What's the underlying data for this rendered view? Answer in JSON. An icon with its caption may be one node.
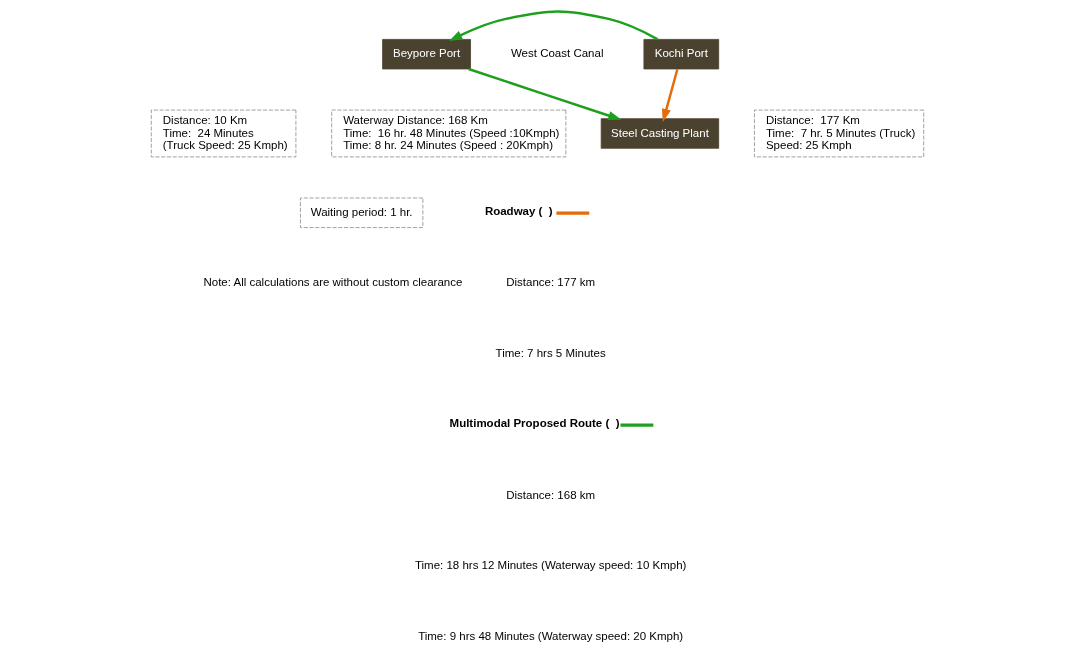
{
  "diagram": {
    "nodes": [
      {
        "text": [
          "Steel Casting Plant"
        ]
      },
      {
        "text": [
          "Beypore Port"
        ]
      },
      {
        "text": [
          "Kochi Port"
        ]
      },
      {
        "text": [
          "Distance: 10 Km",
          "Time:  24 Minutes",
          "(Truck Speed: 25 Kmph)"
        ]
      },
      {
        "text": [
          "Distance:  177 Km",
          "Time:  7 hr. 5 Minutes (Truck)",
          "Speed: 25 Kmph"
        ]
      },
      {
        "text": [
          "Waterway Distance: 168 Km",
          "Time:  16 hr. 48 Minutes (Speed :10Kmph)",
          "Time: 8 hr. 24 Minutes (Speed : 20Kmph)"
        ]
      },
      {
        "text": [
          "Waiting period: 1 hr."
        ]
      }
    ],
    "edges": [
      {
        "from": 1,
        "to": 0,
        "arrow": "to"
      },
      {
        "from": 2,
        "to": 0,
        "arrow": "to",
        "color": "#e46c0a"
      },
      {
        "from": 2,
        "to": 1,
        "arrow": "to"
      }
    ],
    "labels": [
      "West Coast Canal",
      "Distance: 177 km",
      "Time: 7 hrs 5 Minutes",
      "Distance: 168 km",
      "Time: 18 hrs 12 Minutes (Waterway speed: 10 Kmph)",
      "Time: 9 hrs 48 Minutes (Waterway speed: 20 Kmph)",
      "Note: All calculations are without custom clearance"
    ],
    "legend": [
      {
        "text": "Roadway (  )",
        "color": "#e46c0a"
      },
      {
        "text": "Multimodal Proposed Route (  )",
        "color": "#1ea01e"
      }
    ]
  }
}
